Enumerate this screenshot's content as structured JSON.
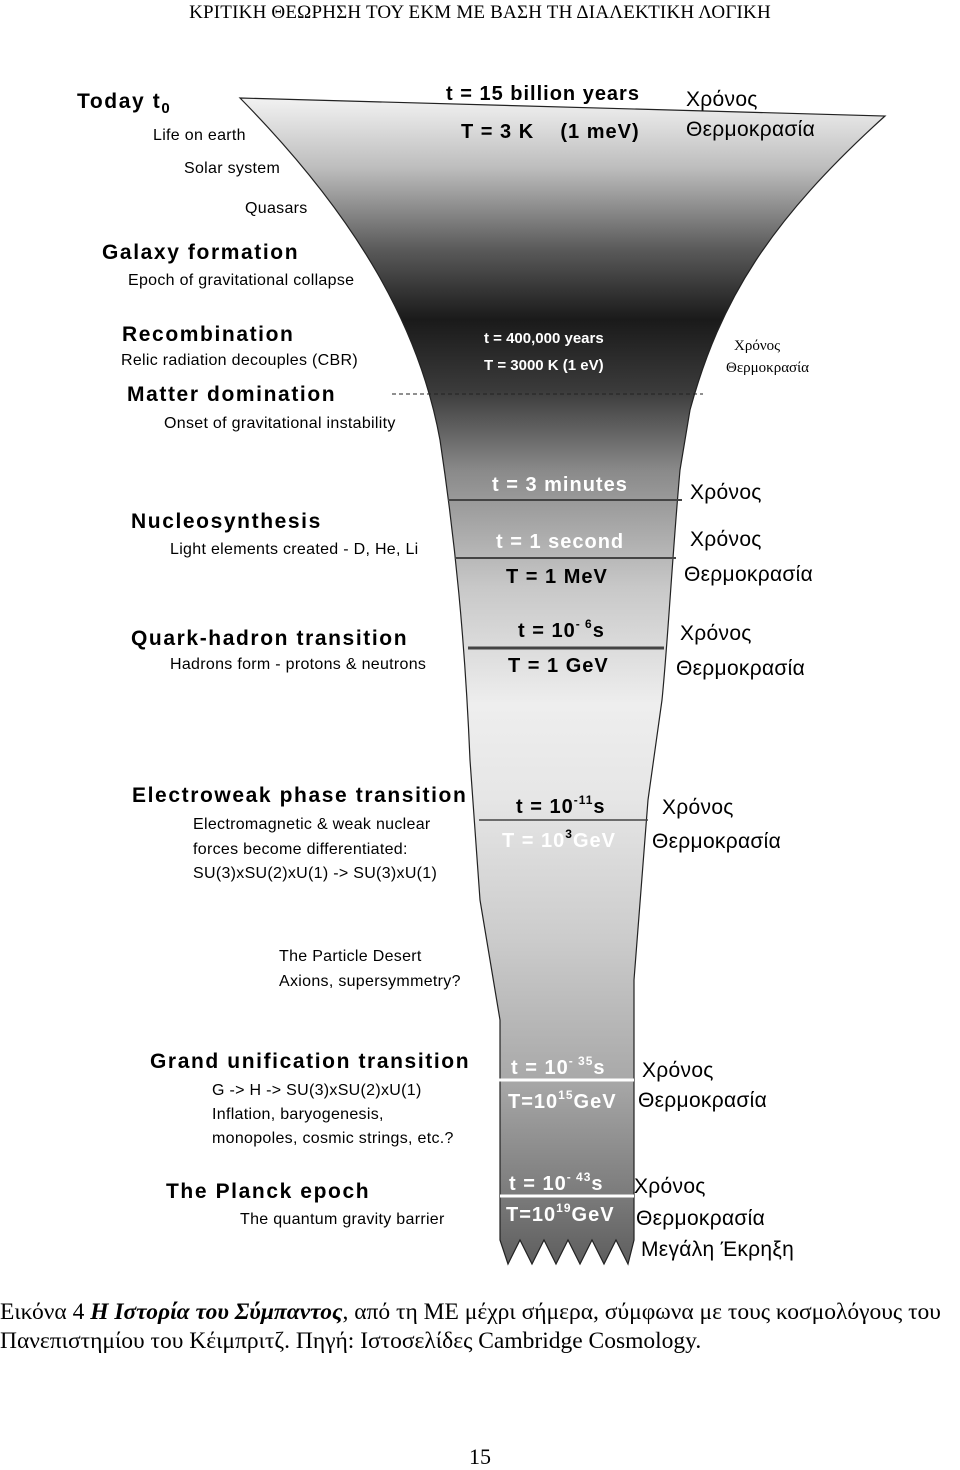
{
  "header": {
    "title": "ΚΡΙΤΙΚΗ ΘΕΩΡΗΣΗ ΤΟΥ ΕΚΜ ΜΕ ΒΑΣΗ ΤΗ ΔΙΑΛΕΚΤΙΚΗ ΛΟΓΙΚΗ"
  },
  "figure": {
    "today": {
      "title": "Today t",
      "sub": "0",
      "items": [
        "Life on earth",
        "Solar system",
        "Quasars"
      ]
    },
    "galaxy": {
      "title": "Galaxy formation",
      "desc": "Epoch of gravitational collapse"
    },
    "recombination": {
      "title": "Recombination",
      "desc": "Relic radiation decouples (CBR)"
    },
    "matter": {
      "title": "Matter domination",
      "desc": "Onset of gravitational instability"
    },
    "nucleo": {
      "title": "Nucleosynthesis",
      "desc": "Light elements created - D, He, Li"
    },
    "quark": {
      "title": "Quark-hadron transition",
      "desc": "Hadrons form - protons & neutrons"
    },
    "electroweak": {
      "title": "Electroweak phase transition",
      "lines": [
        "Electromagnetic & weak nuclear",
        "forces become differentiated:",
        "SU(3)xSU(2)xU(1) -> SU(3)xU(1)"
      ]
    },
    "desert": {
      "lines": [
        "The Particle Desert",
        "Axions, supersymmetry?"
      ]
    },
    "gut": {
      "title": "Grand unification transition",
      "lines": [
        "G -> H -> SU(3)xSU(2)xU(1)",
        "Inflation, baryogenesis,",
        "monopoles, cosmic strings, etc.?"
      ]
    },
    "planck": {
      "title": "The Planck epoch",
      "desc": "The quantum gravity barrier"
    },
    "labels": {
      "t0": "t = 15 billion years",
      "T0": "T = 3 K    (1 meV)",
      "t_rec": "t = 400,000 years",
      "T_rec": "T = 3000 K (1 eV)",
      "t_nuc": "t = 3 minutes",
      "t_1s": "t = 1 second",
      "T_1s": "T = 1 MeV",
      "t_qh": {
        "base": "t = 10",
        "exp": "- 6",
        "unit": "s"
      },
      "T_qh": "T = 1 GeV",
      "t_ew": {
        "base": "t = 10",
        "exp": "-11",
        "unit": "s"
      },
      "T_ew": {
        "base": "T = 10",
        "exp": "3",
        "unit": "GeV"
      },
      "t_gut": {
        "base": "t = 10",
        "exp": "- 35",
        "unit": "s"
      },
      "T_gut": {
        "base": "T=10",
        "exp": "15",
        "unit": "GeV"
      },
      "t_pl": {
        "base": "t = 10",
        "exp": "- 43",
        "unit": "s"
      },
      "T_pl": {
        "base": "T=10",
        "exp": "19",
        "unit": "GeV"
      }
    },
    "greek": {
      "time": "Χρόνος",
      "temp": "Θερμοκρασία",
      "bigbang": "Μεγάλη Έκρηξη"
    }
  },
  "caption": {
    "prefix": "Εικόνα  4 ",
    "title": "Η Ιστορία του Σύμπαντος",
    "text": ", από τη ΜΕ μέχρι σήμερα, σύμφωνα με τους κοσμολόγους του Πανεπιστημίου του Κέιμπριτζ. Πηγή: Ιστοσελίδες Cambridge Cosmology."
  },
  "page_number": "15"
}
